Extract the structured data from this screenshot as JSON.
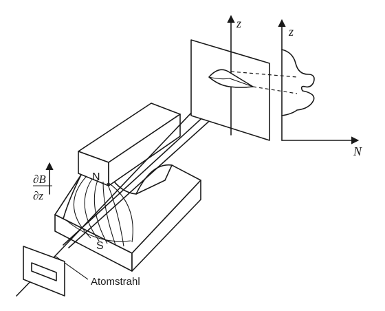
{
  "labels": {
    "screen_axis": "z",
    "profile_axis_vertical": "z",
    "profile_axis_horizontal": "N",
    "north_pole": "N",
    "south_pole": "S",
    "gradient_numerator": "∂B",
    "gradient_denominator": "∂z",
    "beam_label": "Atomstrahl"
  },
  "colors": {
    "ink": "#1a1a1a",
    "background": "#ffffff"
  },
  "icons": {
    "gradient_arrow": "arrow-up-icon",
    "aperture": "slit-aperture-icon"
  }
}
